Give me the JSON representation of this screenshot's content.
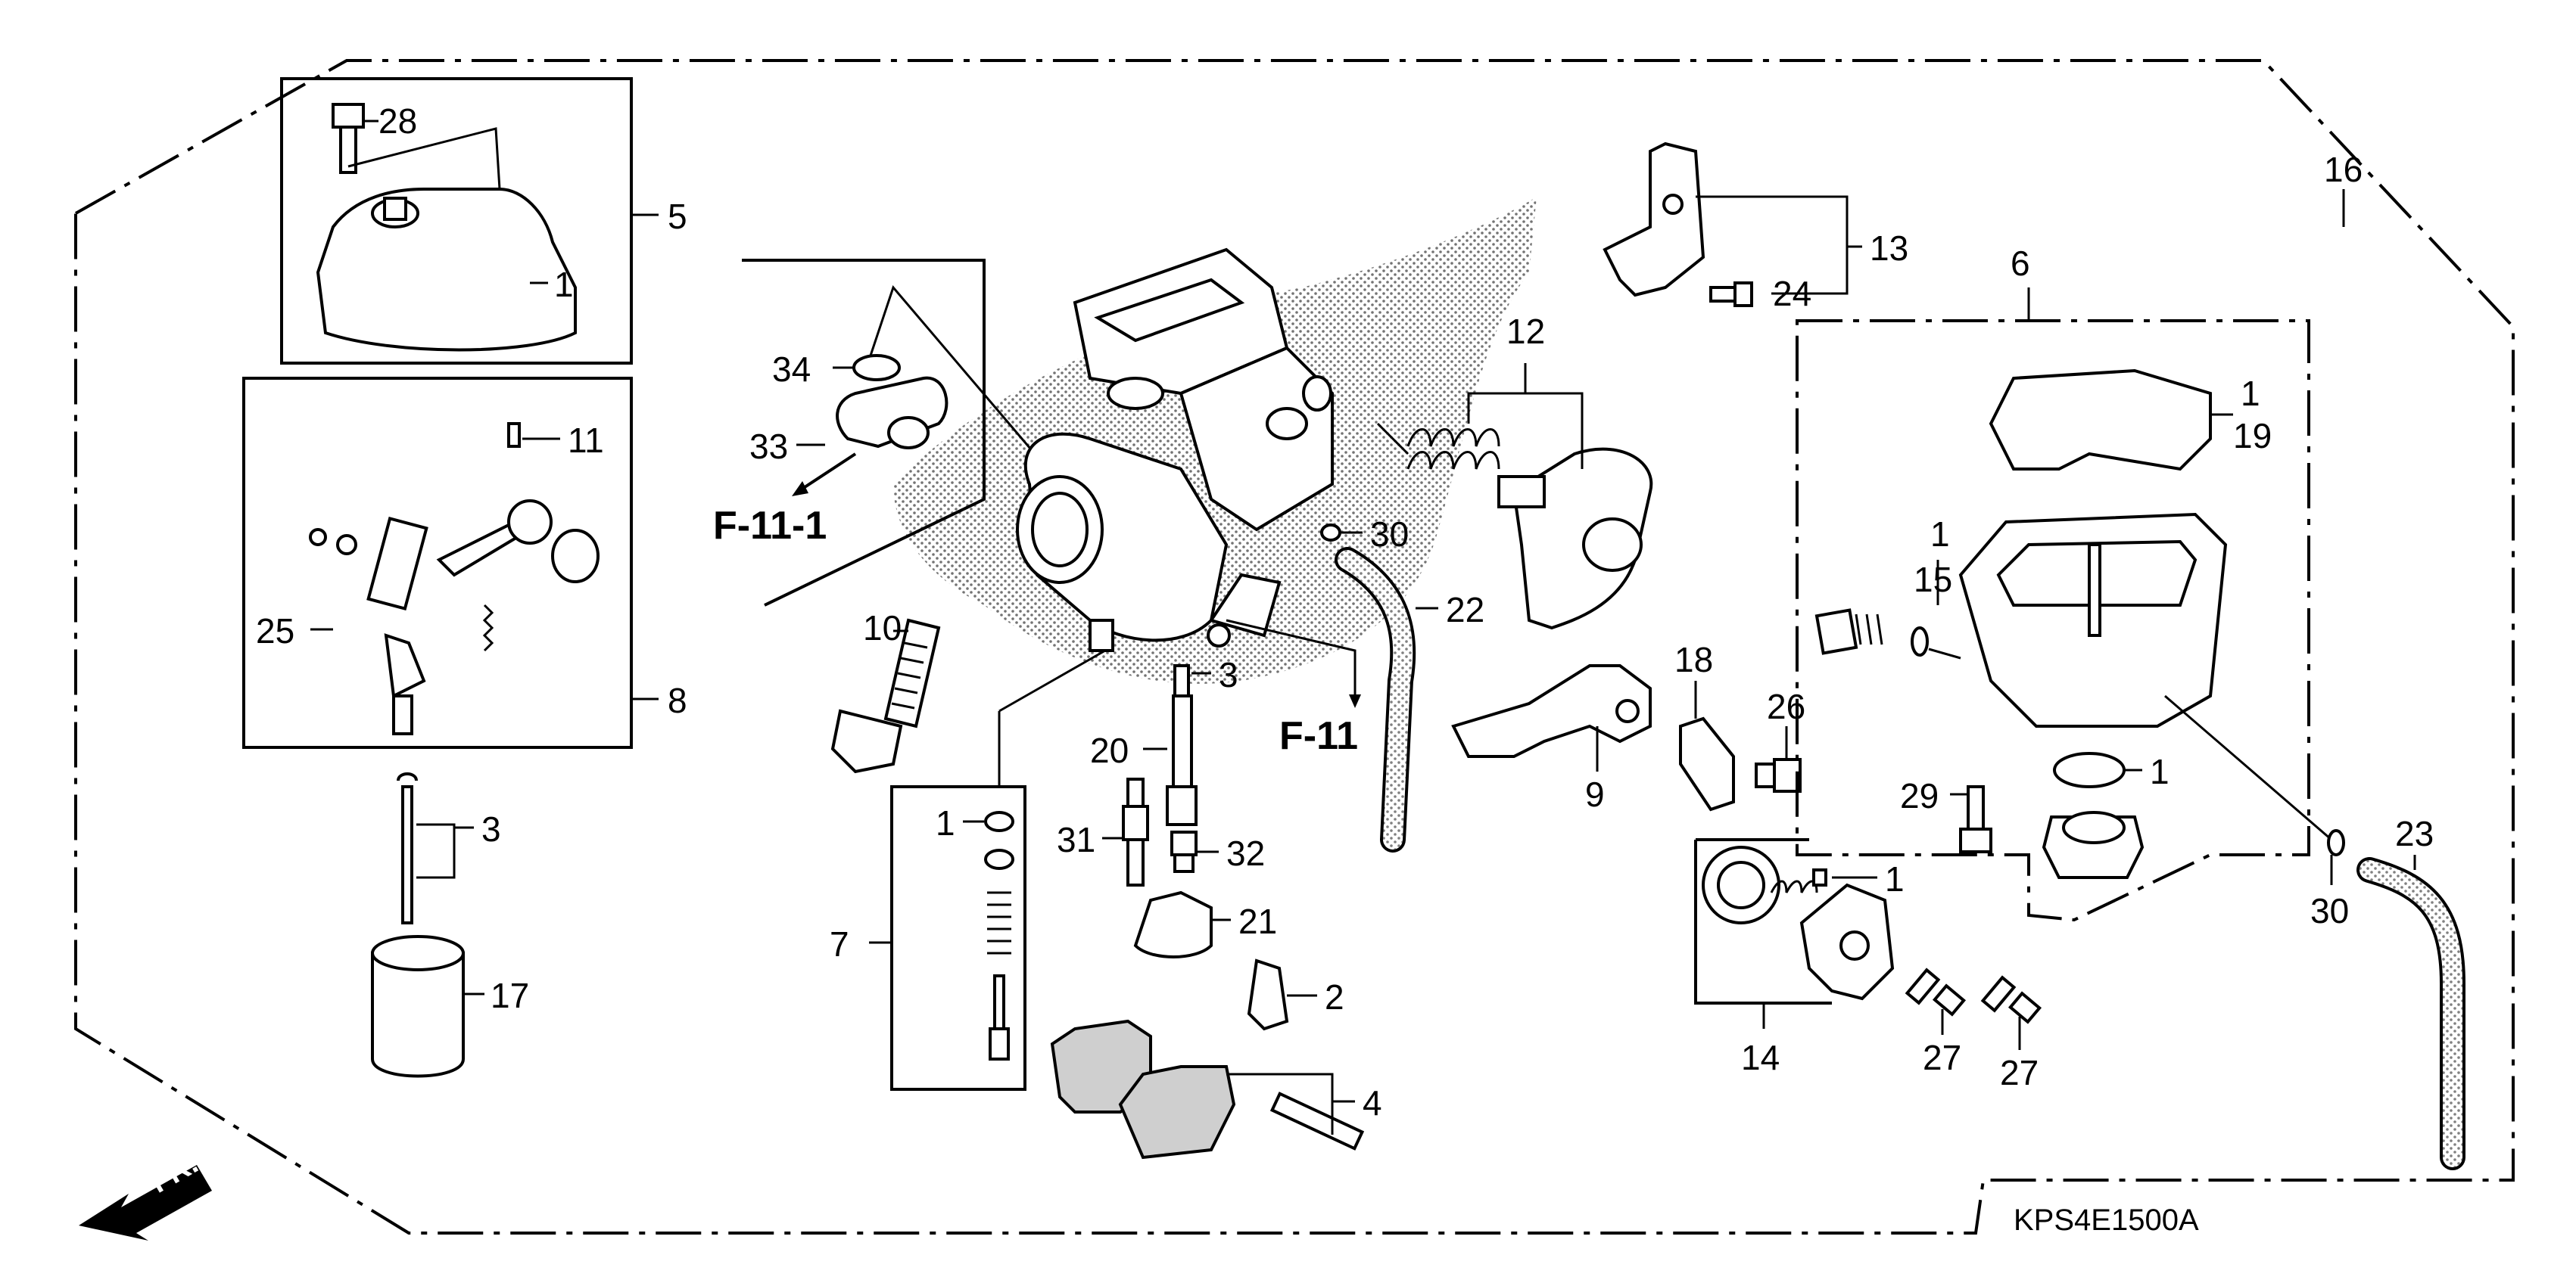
{
  "diagram": {
    "figure_code": "KPS4E1500A",
    "front_marker": "FR.",
    "references": {
      "r1": "F-11-1",
      "r2": "F-11"
    },
    "callouts": {
      "c28": "28",
      "c5": "5",
      "c1_cover": "1",
      "c11": "11",
      "c25": "25",
      "c8": "8",
      "c3_left": "3",
      "c17": "17",
      "c34": "34",
      "c33": "33",
      "c10": "10",
      "c3_mid": "3",
      "c20": "20",
      "c1_kit": "1",
      "c7": "7",
      "c31": "31",
      "c32": "32",
      "c21": "21",
      "c2": "2",
      "c4": "4",
      "c30_mid": "30",
      "c22": "22",
      "c13": "13",
      "c24": "24",
      "c12": "12",
      "c16": "16",
      "c6": "6",
      "c1_19": "1",
      "c19": "19",
      "c1_15": "1",
      "c15": "15",
      "c18": "18",
      "c26": "26",
      "c9": "9",
      "c1_oring": "1",
      "c29": "29",
      "c1_valve": "1",
      "c14": "14",
      "c27a": "27",
      "c27b": "27",
      "c30_right": "30",
      "c23": "23"
    }
  }
}
